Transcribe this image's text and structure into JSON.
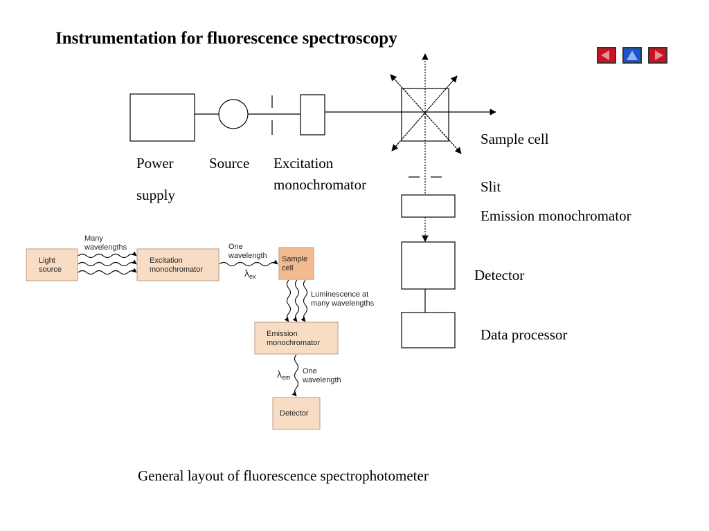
{
  "title": "Instrumentation for fluorescence spectroscopy",
  "nav": {
    "colors": {
      "prev": "#cc1122",
      "home": "#1a55cc",
      "next": "#cc1122"
    }
  },
  "schematic": {
    "power_label_1": "Power",
    "power_label_2": "supply",
    "source_label": "Source",
    "excitation_label_1": "Excitation",
    "excitation_label_2": "monochromator",
    "sample_cell_label": "Sample cell",
    "slit_label": "Slit",
    "emission_label": "Emission  monochromator",
    "detector_label": "Detector",
    "data_processor_label": "Data processor"
  },
  "flow": {
    "light_source_1": "Light",
    "light_source_2": "source",
    "many_wavelengths_1": "Many",
    "many_wavelengths_2": "wavelengths",
    "excitation_1": "Excitation",
    "excitation_2": "monochromator",
    "one_wavelength_1": "One",
    "one_wavelength_2": "wavelength",
    "lambda_ex": "λ",
    "lambda_ex_sub": "ex",
    "sample_1": "Sample",
    "sample_2": "cell",
    "luminescence_1": "Luminescence at",
    "luminescence_2": "many wavelengths",
    "emission_1": "Emission",
    "emission_2": "monochromator",
    "lambda_em": "λ",
    "lambda_em_sub": "em",
    "one_wavelength_b_1": "One",
    "one_wavelength_b_2": "wavelength",
    "detector": "Detector",
    "colors": {
      "box_fill": "#f9dcc4",
      "sample_fill": "#f3b98f",
      "box_stroke": "#b89a82"
    }
  },
  "caption": "General layout of fluorescence spectrophotometer"
}
